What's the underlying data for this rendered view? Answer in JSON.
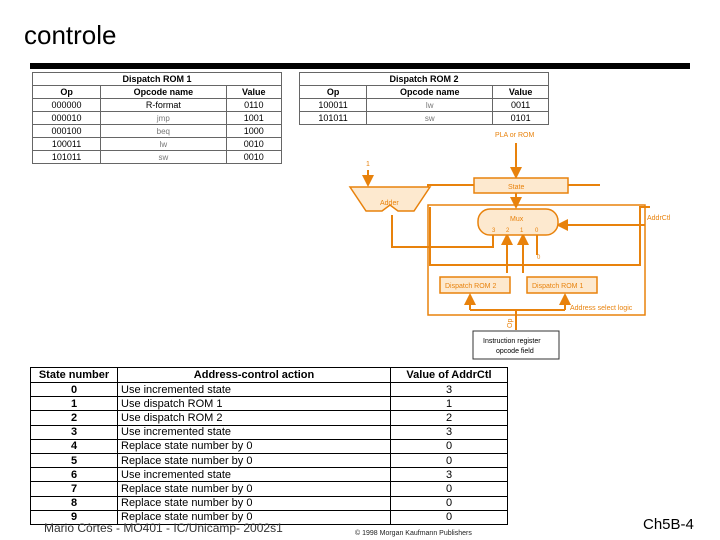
{
  "title": "controle",
  "rom1": {
    "caption": "Dispatch ROM 1",
    "headers": [
      "Op",
      "Opcode name",
      "Value"
    ],
    "rows": [
      [
        "000000",
        "R-format",
        "0110"
      ],
      [
        "000010",
        "jmp",
        "1001"
      ],
      [
        "000100",
        "beq",
        "1000"
      ],
      [
        "100011",
        "lw",
        "0010"
      ],
      [
        "101011",
        "sw",
        "0010"
      ]
    ]
  },
  "rom2": {
    "caption": "Dispatch ROM 2",
    "headers": [
      "Op",
      "Opcode name",
      "Value"
    ],
    "rows": [
      [
        "100011",
        "lw",
        "0011"
      ],
      [
        "101011",
        "sw",
        "0101"
      ]
    ]
  },
  "diagram": {
    "pla_label": "PLA or ROM",
    "one_label": "1",
    "state_label": "State",
    "adder_label": "Adder",
    "mux_label": "Mux",
    "mux_inputs": [
      "3",
      "2",
      "1",
      "0"
    ],
    "zero_label": "0",
    "addrctl_label": "AddrCtl",
    "dispatch2_label": "Dispatch ROM 2",
    "dispatch1_label": "Dispatch ROM 1",
    "address_select_label": "Address select logic",
    "op_label": "Op",
    "ir_label_line1": "Instruction register",
    "ir_label_line2": "opcode field"
  },
  "addr_table": {
    "headers": [
      "State number",
      "Address-control action",
      "Value of AddrCtl"
    ],
    "rows": [
      [
        "0",
        "Use incremented state",
        "3"
      ],
      [
        "1",
        "Use dispatch ROM 1",
        "1"
      ],
      [
        "2",
        "Use dispatch ROM 2",
        "2"
      ],
      [
        "3",
        "Use incremented state",
        "3"
      ],
      [
        "4",
        "Replace state number by 0",
        "0"
      ],
      [
        "5",
        "Replace state number by 0",
        "0"
      ],
      [
        "6",
        "Use incremented state",
        "3"
      ],
      [
        "7",
        "Replace state number by 0",
        "0"
      ],
      [
        "8",
        "Replace state number by 0",
        "0"
      ],
      [
        "9",
        "Replace state number by 0",
        "0"
      ]
    ]
  },
  "footer": {
    "left": "Mario Côrtes - MO401 - IC/Unicamp- 2002s1",
    "middle": "© 1998 Morgan Kaufmann Publishers",
    "right": "Ch5B-4"
  },
  "colors": {
    "accent": "#e8820c",
    "box_fill": "#fde9cf",
    "bar": "#000000"
  }
}
